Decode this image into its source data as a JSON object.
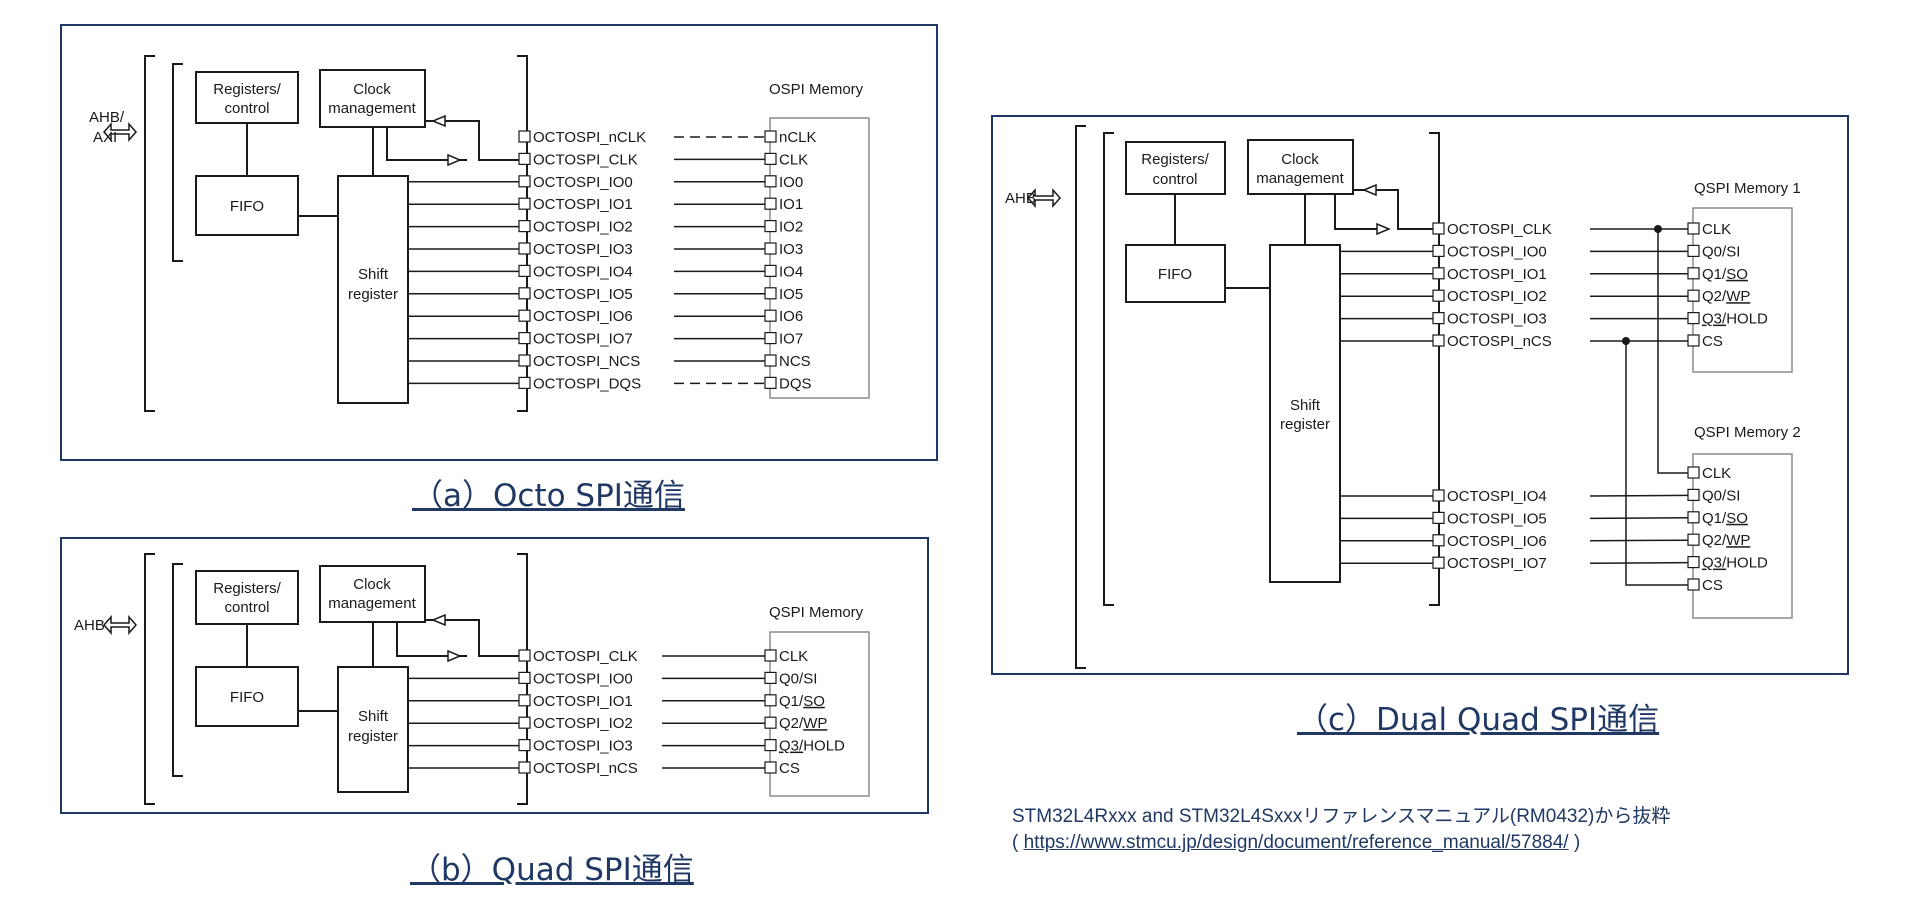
{
  "panel_a": {
    "host_label_line1": "AHB/",
    "host_label_line2": "AXI",
    "registers_line1": "Registers/",
    "registers_line2": "control",
    "clock_line1": "Clock",
    "clock_line2": "management",
    "fifo": "FIFO",
    "shift_line1": "Shift",
    "shift_line2": "register",
    "memory_title": "OSPI Memory",
    "pins": [
      "OCTOSPI_nCLK",
      "OCTOSPI_CLK",
      "OCTOSPI_IO0",
      "OCTOSPI_IO1",
      "OCTOSPI_IO2",
      "OCTOSPI_IO3",
      "OCTOSPI_IO4",
      "OCTOSPI_IO5",
      "OCTOSPI_IO6",
      "OCTOSPI_IO7",
      "OCTOSPI_NCS",
      "OCTOSPI_DQS"
    ],
    "memory_pins": [
      "nCLK",
      "CLK",
      "IO0",
      "IO1",
      "IO2",
      "IO3",
      "IO4",
      "IO5",
      "IO6",
      "IO7",
      "NCS",
      "DQS"
    ],
    "caption": "（a）Octo SPI通信"
  },
  "panel_b": {
    "host_label": "AHB",
    "registers_line1": "Registers/",
    "registers_line2": "control",
    "clock_line1": "Clock",
    "clock_line2": "management",
    "fifo": "FIFO",
    "shift_line1": "Shift",
    "shift_line2": "register",
    "memory_title": "QSPI Memory",
    "pins": [
      "OCTOSPI_CLK",
      "OCTOSPI_IO0",
      "OCTOSPI_IO1",
      "OCTOSPI_IO2",
      "OCTOSPI_IO3",
      "OCTOSPI_nCS"
    ],
    "memory_pins": [
      "CLK",
      "Q0/SI",
      "Q1/SO",
      "Q2/WP",
      "Q3/HOLD",
      "CS"
    ],
    "caption": "（b）Quad SPI通信"
  },
  "panel_c": {
    "host_label": "AHB",
    "registers_line1": "Registers/",
    "registers_line2": "control",
    "clock_line1": "Clock",
    "clock_line2": "management",
    "fifo": "FIFO",
    "shift_line1": "Shift",
    "shift_line2": "register",
    "memory1_title": "QSPI Memory 1",
    "memory2_title": "QSPI Memory 2",
    "pins_top": [
      "OCTOSPI_CLK",
      "OCTOSPI_IO0",
      "OCTOSPI_IO1",
      "OCTOSPI_IO2",
      "OCTOSPI_IO3",
      "OCTOSPI_nCS"
    ],
    "pins_bottom": [
      "OCTOSPI_IO4",
      "OCTOSPI_IO5",
      "OCTOSPI_IO6",
      "OCTOSPI_IO7"
    ],
    "memory_pins": [
      "CLK",
      "Q0/SI",
      "Q1/SO",
      "Q2/WP",
      "Q3/HOLD",
      "CS"
    ],
    "caption": "（c）Dual Quad SPI通信"
  },
  "source": {
    "line1": "STM32L4Rxxx and STM32L4Sxxxリファレンスマニュアル(RM0432)から抜粋",
    "open_paren": "( ",
    "url": "https://www.stmcu.jp/design/document/reference_manual/57884/",
    "close_paren": " )"
  },
  "colors": {
    "frame": "#1f3864",
    "line": "#1a1a1a",
    "memory_border": "#8c8c8c"
  }
}
